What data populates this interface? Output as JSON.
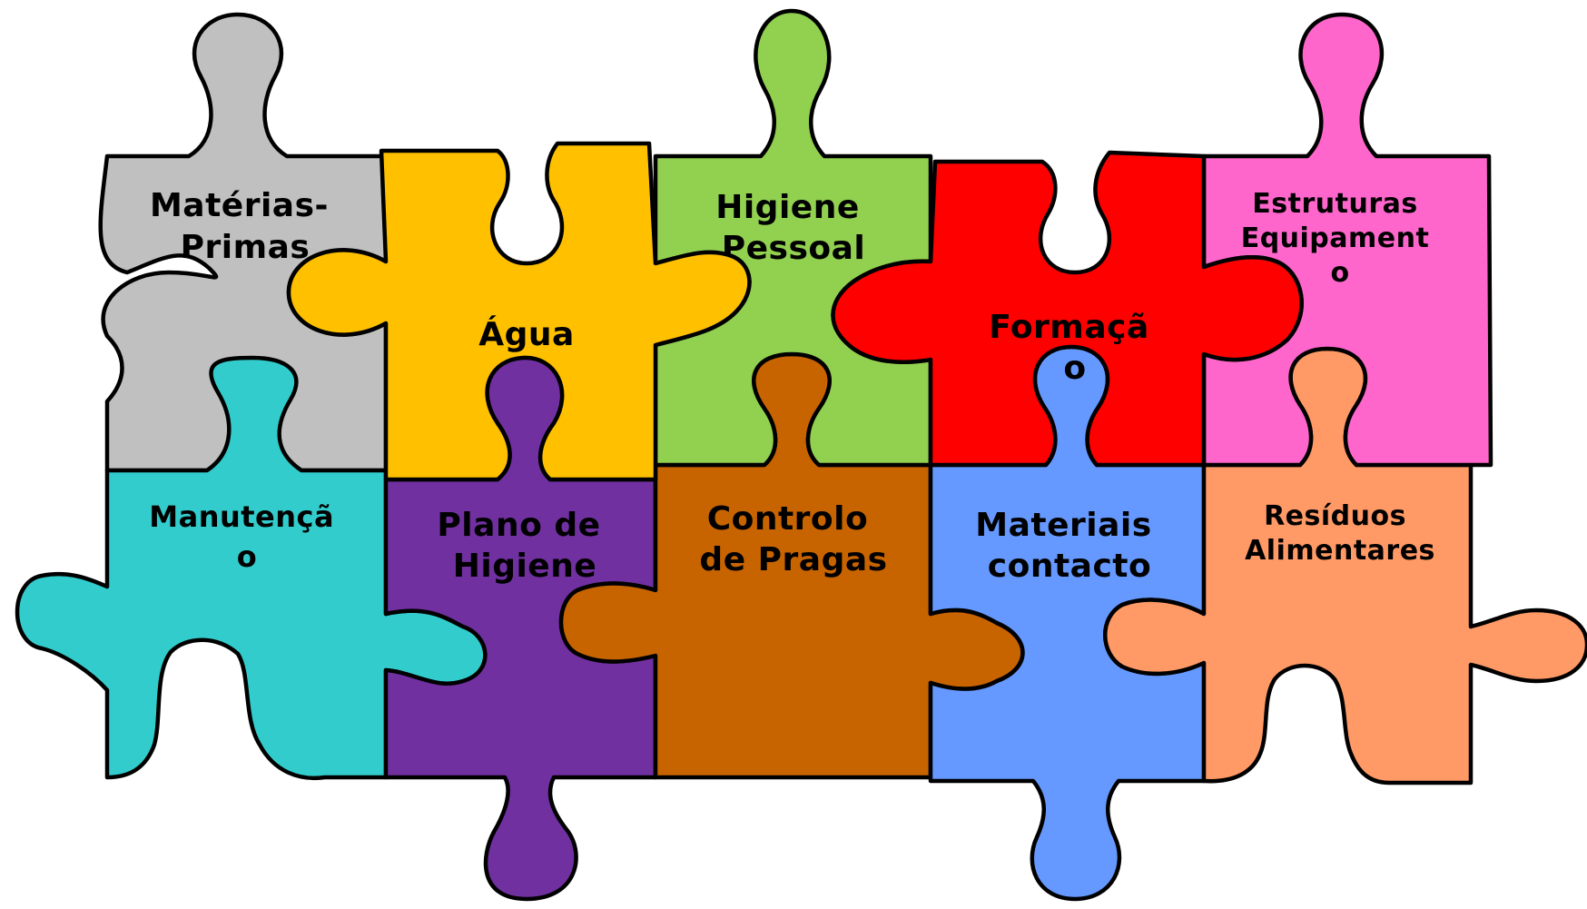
{
  "pieces": [
    {
      "id": "materias-primas",
      "lines": [
        "Matérias-",
        "Primas"
      ],
      "color": "#C0C0C0"
    },
    {
      "id": "manutencao",
      "lines": [
        "Manutençã",
        "o"
      ],
      "color": "#33CCCC"
    },
    {
      "id": "plano-higiene",
      "lines": [
        "Plano de",
        "Higiene"
      ],
      "color": "#7030A0"
    },
    {
      "id": "controlo-pragas",
      "lines": [
        "Controlo",
        "de Pragas"
      ],
      "color": "#C86400"
    },
    {
      "id": "materiais-contacto",
      "lines": [
        "Materiais",
        "contacto"
      ],
      "color": "#6699FF"
    },
    {
      "id": "residuos-alimentares",
      "lines": [
        "Resíduos",
        "Alimentares"
      ],
      "color": "#FF9966"
    },
    {
      "id": "higiene-pessoal",
      "lines": [
        "Higiene",
        "Pessoal"
      ],
      "color": "#92D050"
    },
    {
      "id": "estruturas-equipamento",
      "lines": [
        "Estruturas",
        "Equipament",
        "o"
      ],
      "color": "#FF66CC"
    },
    {
      "id": "agua",
      "lines": [
        "Água"
      ],
      "color": "#FFC000"
    },
    {
      "id": "formacao",
      "lines": [
        "Formaçã",
        "o"
      ],
      "color": "#FF0000"
    }
  ]
}
